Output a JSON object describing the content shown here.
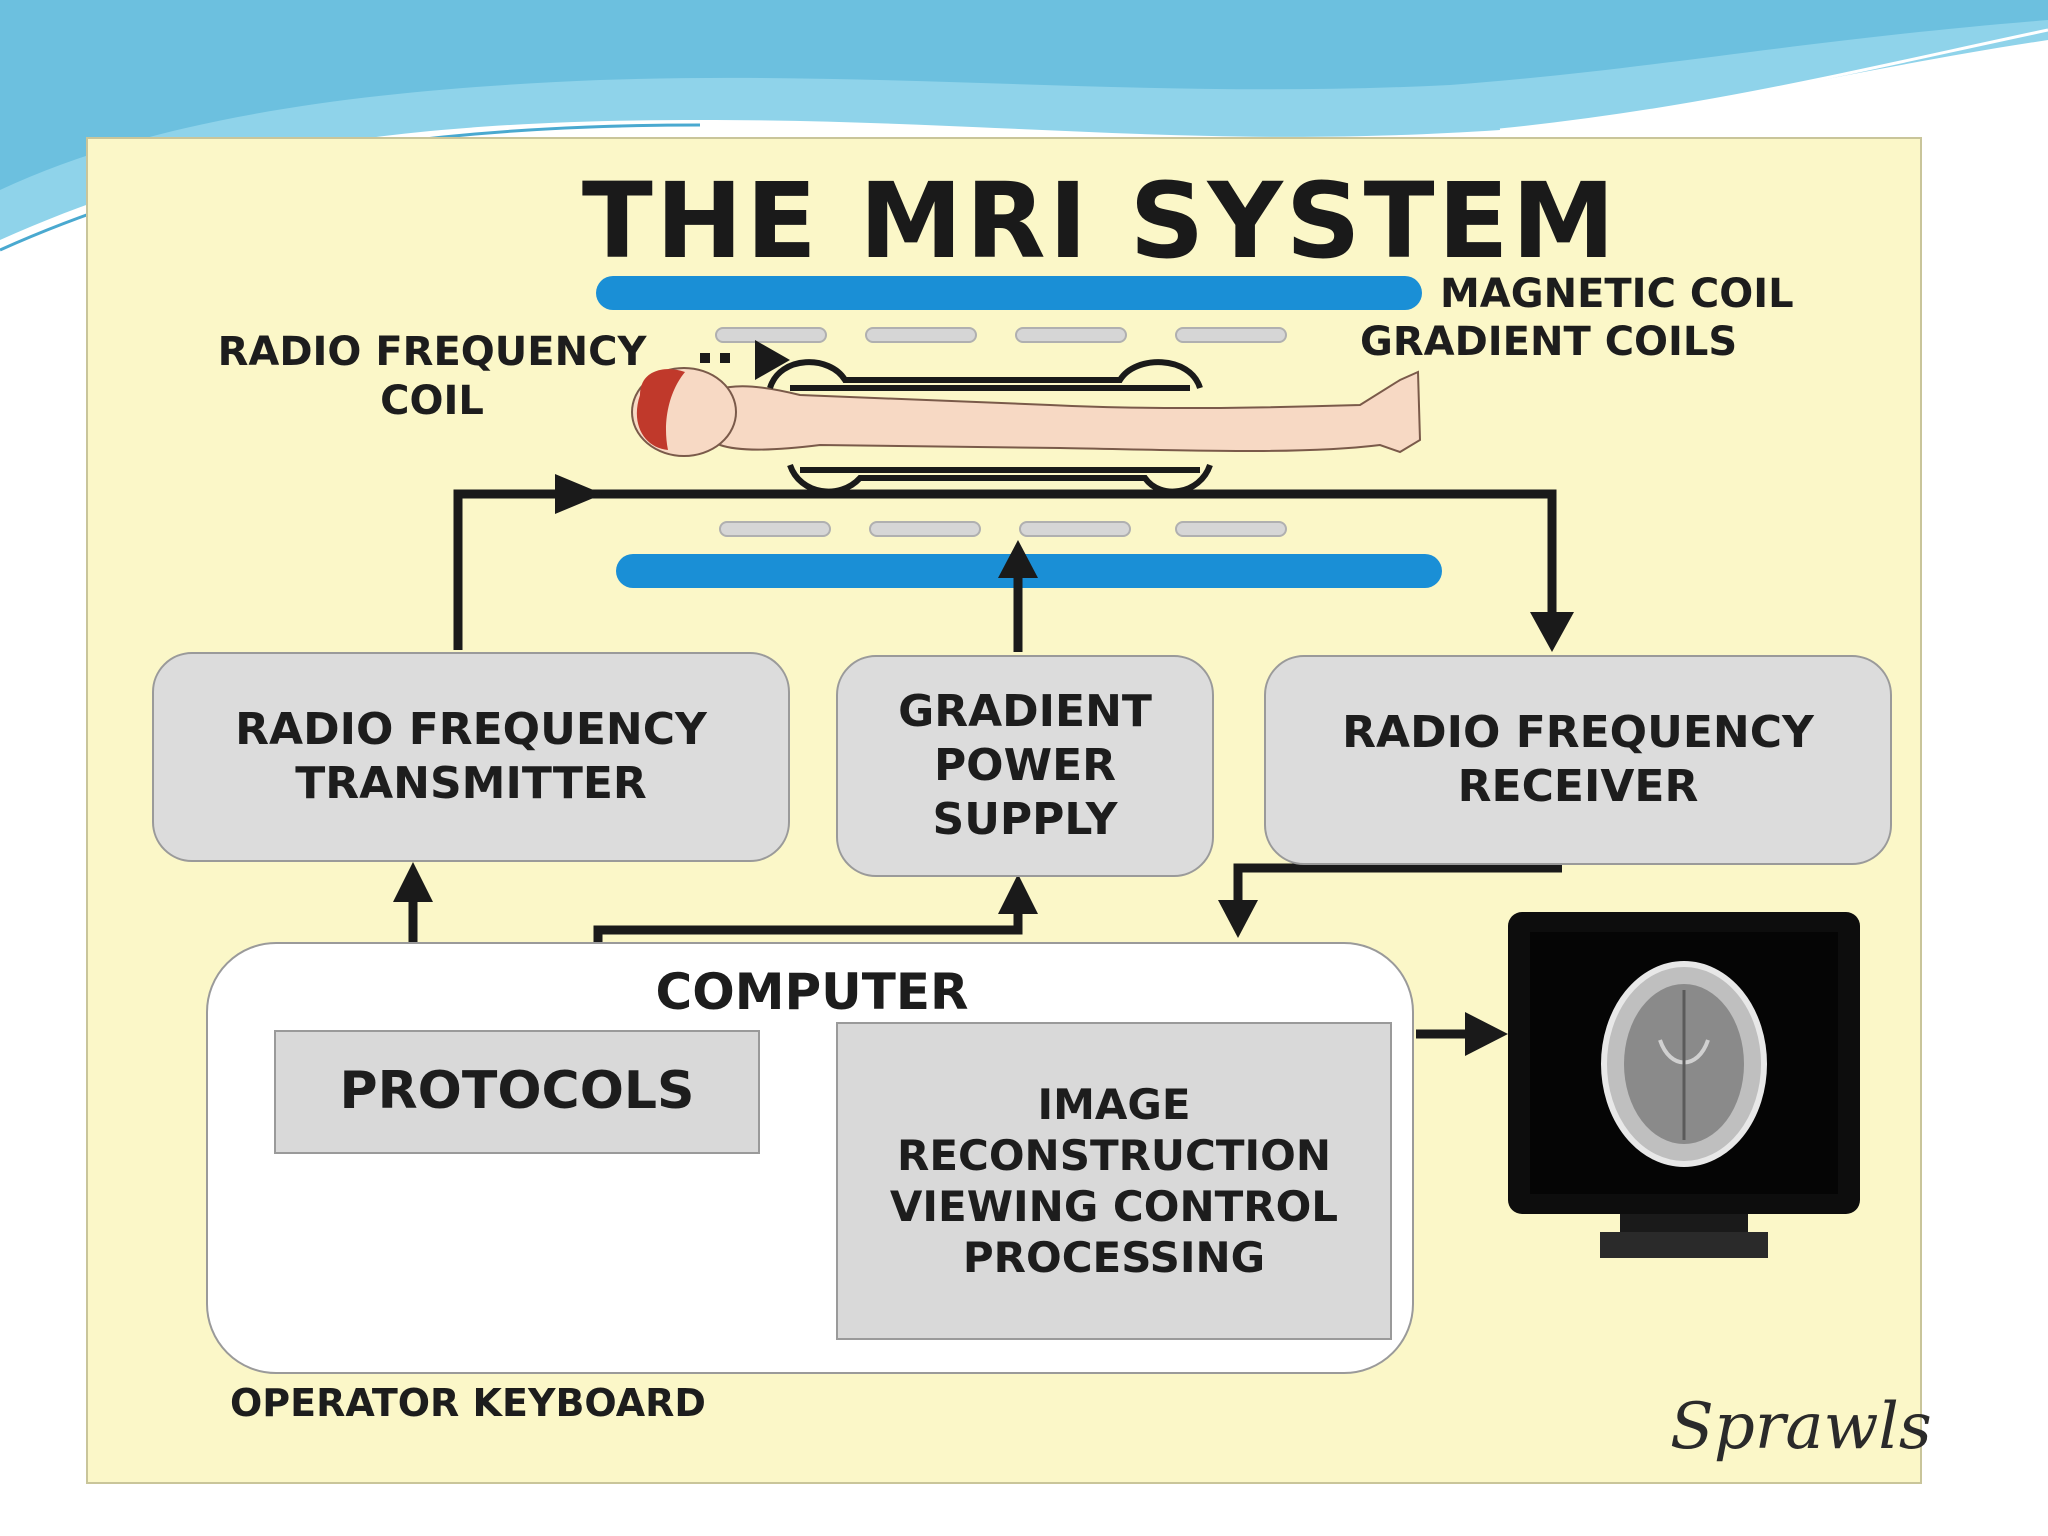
{
  "title": "THE MRI SYSTEM",
  "labels": {
    "magnetic_coil": "MAGNETIC COIL",
    "gradient_coils": "GRADIENT COILS",
    "rf_coil": "RADIO FREQUENCY\nCOIL",
    "operator_keyboard": "OPERATOR  KEYBOARD"
  },
  "boxes": {
    "rf_transmitter": "RADIO FREQUENCY\nTRANSMITTER",
    "gradient_power_supply": "GRADIENT\nPOWER\nSUPPLY",
    "rf_receiver": "RADIO FREQUENCY\nRECEIVER"
  },
  "computer": {
    "label": "COMPUTER",
    "protocols": "PROTOCOLS",
    "processing": "IMAGE\nRECONSTRUCTION\nVIEWING CONTROL\nPROCESSING"
  },
  "signature": "Sprawls",
  "colors": {
    "panel": "#fbf7c8",
    "magnet_bar": "#1a8fd6",
    "slide_wave": "#7ccde6",
    "arrow": "#1a1a1a",
    "box_fill": "#dcdcdc"
  }
}
